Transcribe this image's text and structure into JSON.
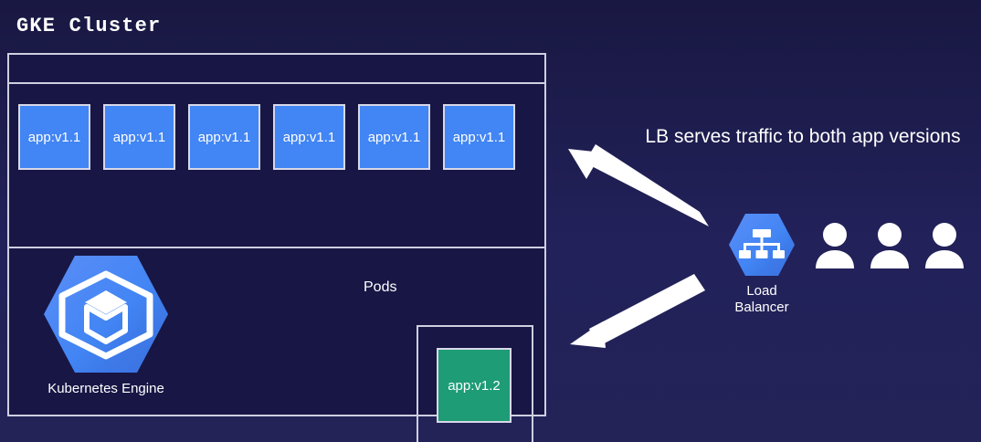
{
  "page": {
    "title": "GKE Cluster",
    "background_color": "#1f1e52"
  },
  "cluster": {
    "label": "GKE Cluster",
    "border_color": "#cfcfe0",
    "fill_color": "#181645",
    "pods_section_label": "Pods",
    "pods_v1": [
      {
        "label": "app:v1.1"
      },
      {
        "label": "app:v1.1"
      },
      {
        "label": "app:v1.1"
      },
      {
        "label": "app:v1.1"
      },
      {
        "label": "app:v1.1"
      },
      {
        "label": "app:v1.1"
      }
    ],
    "pod_v1_color": "#4285f4",
    "pod_v2": {
      "label": "app:v1.2",
      "color": "#1d9c76"
    },
    "engine": {
      "label": "Kubernetes Engine",
      "icon": "kubernetes-engine-hexagon-icon",
      "color": "#4285f4"
    }
  },
  "right_panel": {
    "caption_line1": "LB serves traffic to both app",
    "caption_line2": "versions",
    "load_balancer": {
      "label_line1": "Load",
      "label_line2": "Balancer",
      "icon": "load-balancer-hexagon-icon",
      "color": "#4285f4"
    },
    "users": [
      {
        "icon": "user-icon"
      },
      {
        "icon": "user-icon"
      },
      {
        "icon": "user-icon"
      }
    ],
    "arrows": [
      {
        "name": "arrow-to-v1-pods",
        "direction": "up-left",
        "color": "#ffffff"
      },
      {
        "name": "arrow-to-v2-pod",
        "direction": "down-left",
        "color": "#ffffff"
      }
    ]
  }
}
